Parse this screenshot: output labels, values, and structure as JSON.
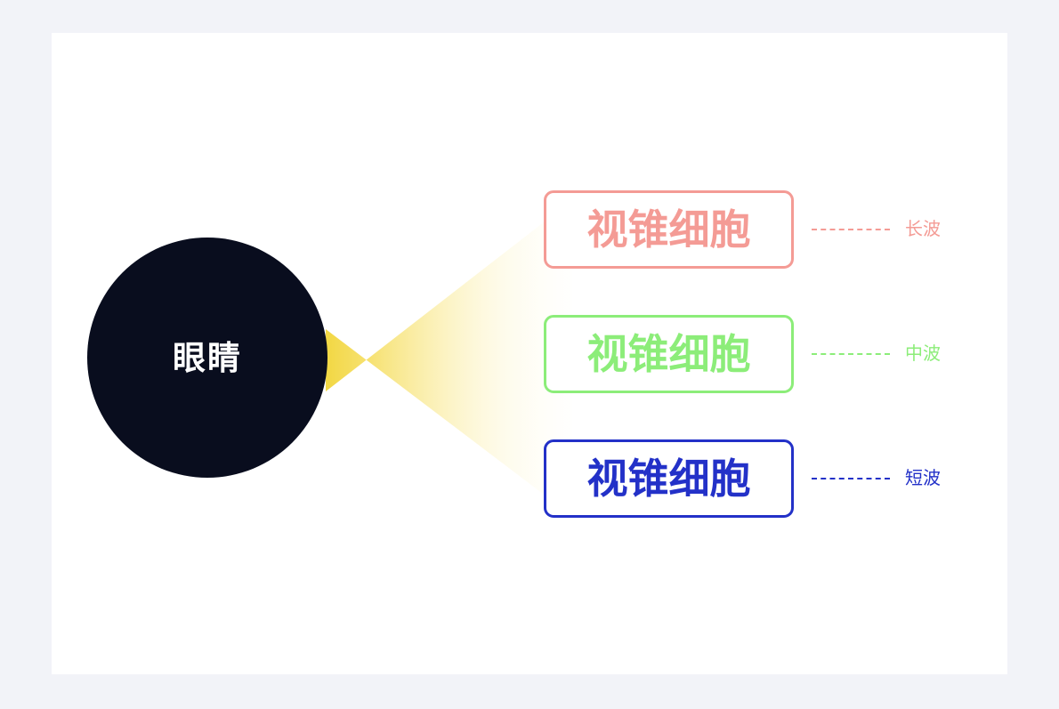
{
  "page": {
    "background_color": "#f2f3f8",
    "card_color": "#ffffff"
  },
  "eye": {
    "label": "眼睛",
    "fill_color": "#090d1e",
    "text_color": "#ffffff"
  },
  "light_cone": {
    "name": "light-beam",
    "start_color": "#f5dd55",
    "end_color": "#fffdf0"
  },
  "receptors": [
    {
      "box_label": "视锥细胞",
      "wave_label": "长波",
      "color": "#f49b95",
      "text_color": "#f49b95"
    },
    {
      "box_label": "视锥细胞",
      "wave_label": "中波",
      "color": "#8ced79",
      "text_color": "#8ced79"
    },
    {
      "box_label": "视锥细胞",
      "wave_label": "短波",
      "color": "#2331c8",
      "text_color": "#2331c8"
    }
  ]
}
